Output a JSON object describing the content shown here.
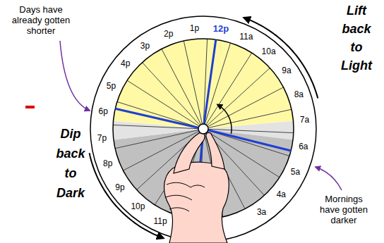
{
  "diagram": {
    "labels": [
      "Days have already gotten shorter",
      "Lift back to Light",
      "Dip back to Dark",
      "Mornings have gotten darker",
      "12p",
      "1p",
      "2p",
      "3p",
      "4p",
      "5p",
      "6p",
      "7p",
      "8p",
      "9p",
      "10p",
      "11p",
      "3a",
      "4a",
      "5a",
      "6a",
      "7a",
      "8a",
      "9a",
      "10a",
      "11a"
    ]
  }
}
